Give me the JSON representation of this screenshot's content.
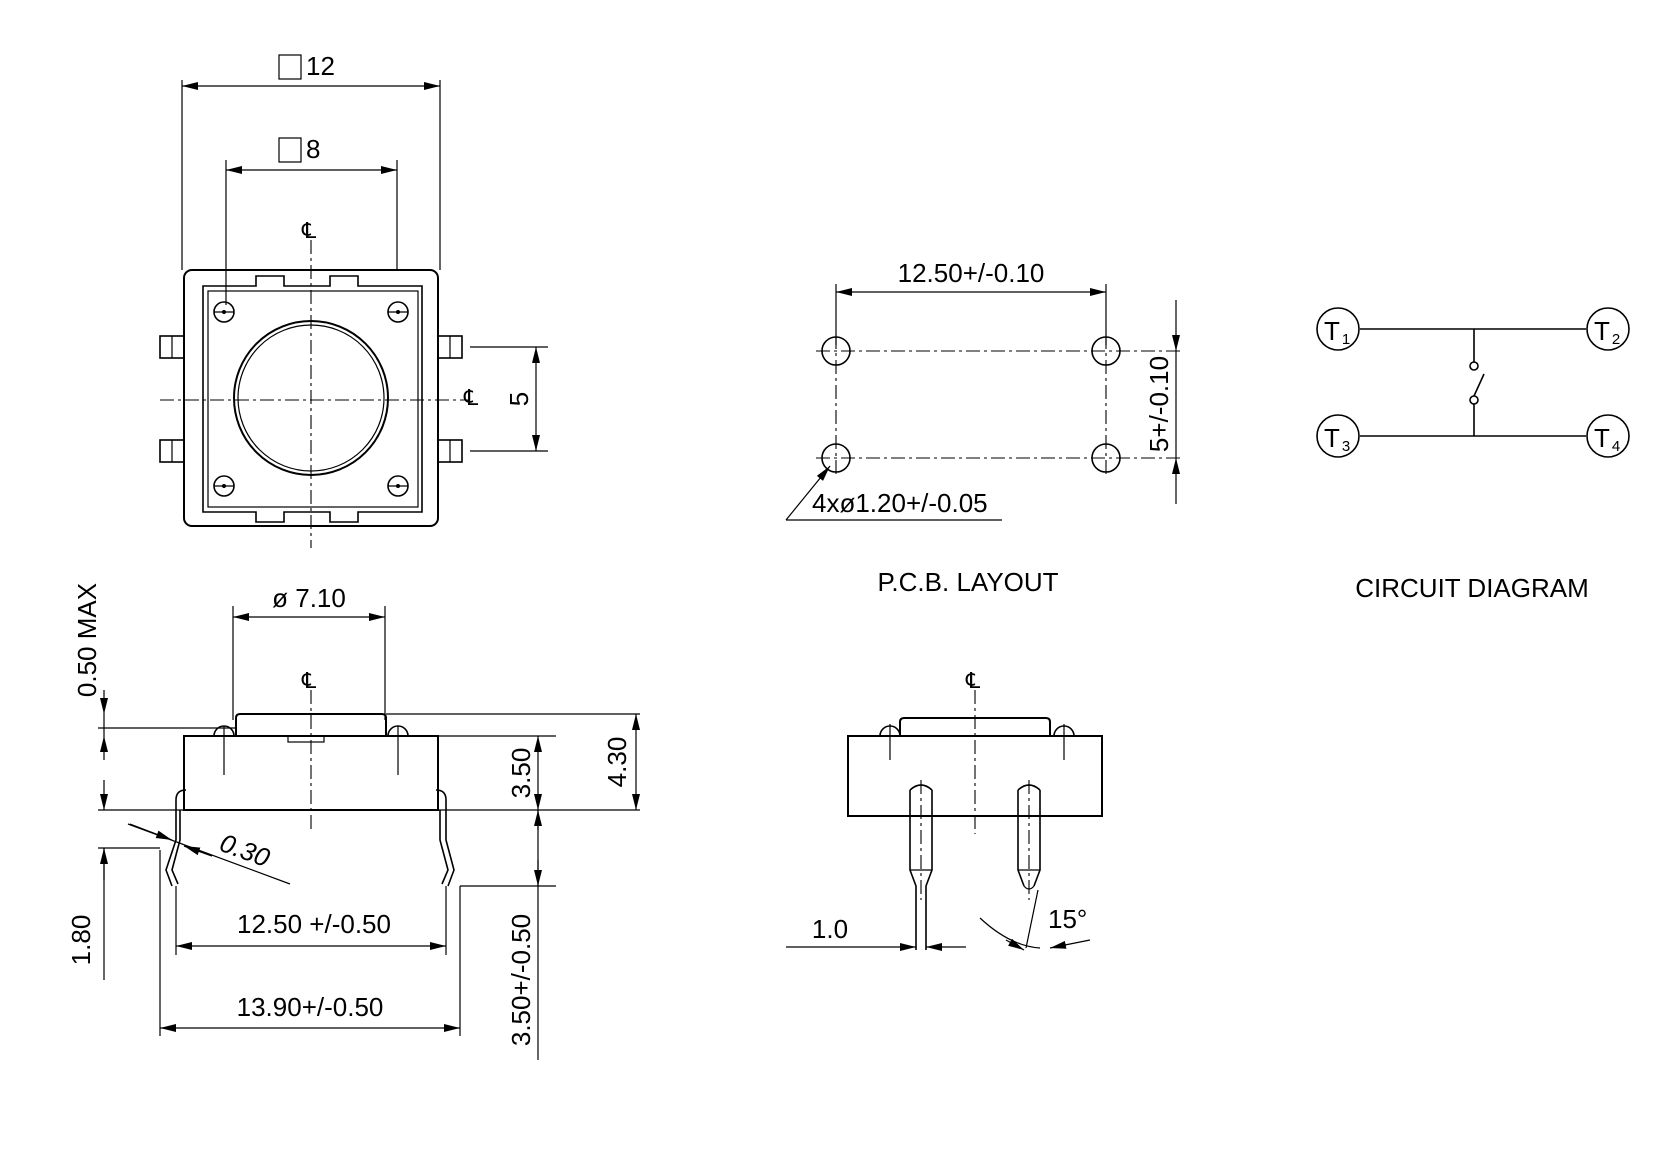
{
  "top_view": {
    "dim_outer": "12",
    "dim_inner": "8",
    "dim_pitch": "5",
    "centerline": "℄"
  },
  "side_view": {
    "dim_diameter": "ø 7.10",
    "dim_max": "0.50 MAX",
    "dim_body": "3.50",
    "dim_total": "4.30",
    "dim_radius": "0.30",
    "dim_pin_span": "12.50 +/-0.50",
    "dim_pin_outer": "13.90+/-0.50",
    "dim_leg": "1.80",
    "dim_leg_len": "3.50+/-0.50",
    "centerline": "℄"
  },
  "pcb_layout": {
    "title": "P.C.B. LAYOUT",
    "dim_width": "12.50+/-0.10",
    "dim_height": "5+/-0.10",
    "dim_holes": "4xø1.20+/-0.05"
  },
  "circuit": {
    "title": "CIRCUIT DIAGRAM",
    "terminals": [
      {
        "main": "T",
        "sub": "1"
      },
      {
        "main": "T",
        "sub": "2"
      },
      {
        "main": "T",
        "sub": "3"
      },
      {
        "main": "T",
        "sub": "4"
      }
    ]
  },
  "front_view": {
    "dim_lead": "1.0",
    "dim_angle": "15°",
    "centerline": "℄"
  }
}
